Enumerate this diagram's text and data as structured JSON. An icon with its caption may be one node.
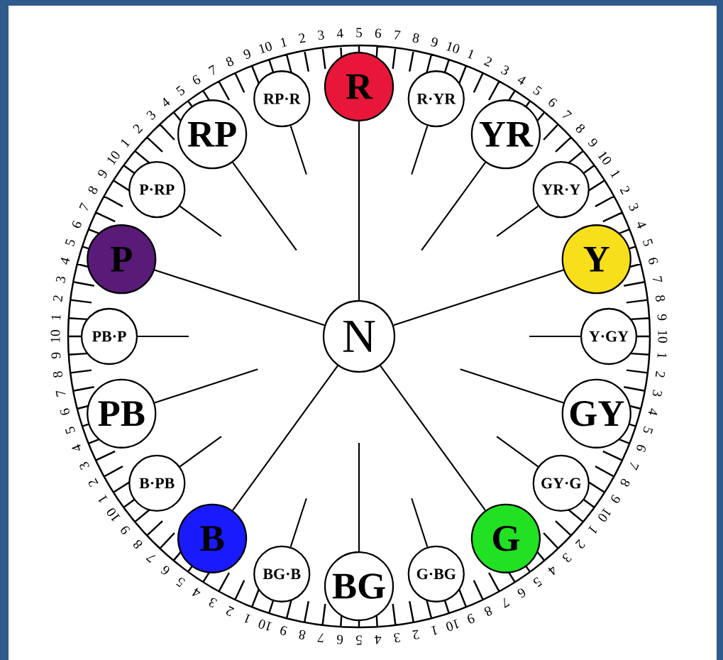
{
  "diagram": {
    "nodes": [
      {
        "text": [
          "R"
        ]
      },
      {
        "text": [
          "R·YR"
        ]
      },
      {
        "text": [
          "YR"
        ]
      },
      {
        "text": [
          "YR·Y"
        ]
      },
      {
        "text": [
          "Y"
        ]
      },
      {
        "text": [
          "Y·GY"
        ]
      },
      {
        "text": [
          "GY"
        ]
      },
      {
        "text": [
          "GY·G"
        ]
      },
      {
        "text": [
          "G"
        ]
      },
      {
        "text": [
          "G·BG"
        ]
      },
      {
        "text": [
          "BG"
        ]
      },
      {
        "text": [
          "BG·B"
        ]
      },
      {
        "text": [
          "B"
        ]
      },
      {
        "text": [
          "B·PB"
        ]
      },
      {
        "text": [
          "PB"
        ]
      },
      {
        "text": [
          "PB·P"
        ]
      },
      {
        "text": [
          "P"
        ]
      },
      {
        "text": [
          "P·RP"
        ]
      },
      {
        "text": [
          "RP"
        ]
      },
      {
        "text": [
          "RP·R"
        ]
      },
      {
        "text": [
          "N"
        ]
      }
    ],
    "edges": [
      {
        "from": 0,
        "to": 20,
        "arrow": "none"
      },
      {
        "from": 1,
        "to": null,
        "arrow": "none"
      },
      {
        "from": 2,
        "to": null,
        "arrow": "none"
      },
      {
        "from": 3,
        "to": null,
        "arrow": "none"
      },
      {
        "from": 4,
        "to": 20,
        "arrow": "none"
      },
      {
        "from": 5,
        "to": null,
        "arrow": "none"
      },
      {
        "from": 6,
        "to": null,
        "arrow": "none"
      },
      {
        "from": 7,
        "to": null,
        "arrow": "none"
      },
      {
        "from": 8,
        "to": 20,
        "arrow": "none"
      },
      {
        "from": 9,
        "to": null,
        "arrow": "none"
      },
      {
        "from": 10,
        "to": null,
        "arrow": "none"
      },
      {
        "from": 11,
        "to": null,
        "arrow": "none"
      },
      {
        "from": 12,
        "to": 20,
        "arrow": "none"
      },
      {
        "from": 13,
        "to": null,
        "arrow": "none"
      },
      {
        "from": 14,
        "to": null,
        "arrow": "none"
      },
      {
        "from": 15,
        "to": null,
        "arrow": "none"
      },
      {
        "from": 16,
        "to": 20,
        "arrow": "none"
      },
      {
        "from": 17,
        "to": null,
        "arrow": "none"
      },
      {
        "from": 18,
        "to": null,
        "arrow": "none"
      },
      {
        "from": 19,
        "to": null,
        "arrow": "none"
      }
    ],
    "labels": [
      "1",
      "2",
      "3",
      "4",
      "5",
      "6",
      "7",
      "8",
      "9",
      "10",
      "1",
      "2",
      "3",
      "4",
      "5",
      "6",
      "7",
      "8",
      "9",
      "10",
      "1",
      "2",
      "3",
      "4",
      "5",
      "6",
      "7",
      "8",
      "9",
      "10",
      "1",
      "2",
      "3",
      "4",
      "5",
      "6",
      "7",
      "8",
      "9",
      "10",
      "1",
      "2",
      "3",
      "4",
      "5",
      "6",
      "7",
      "8",
      "9",
      "10",
      "1",
      "2",
      "3",
      "4",
      "5",
      "6",
      "7",
      "8",
      "9",
      "10",
      "1",
      "2",
      "3",
      "4",
      "5",
      "6",
      "7",
      "8",
      "9",
      "10",
      "1",
      "2",
      "3",
      "4",
      "5",
      "6",
      "7",
      "8",
      "9",
      "10",
      "1",
      "2",
      "3",
      "4",
      "5",
      "6",
      "7",
      "8",
      "9",
      "10",
      "1",
      "2",
      "3",
      "4",
      "5",
      "6",
      "7",
      "8",
      "9",
      "10"
    ]
  }
}
